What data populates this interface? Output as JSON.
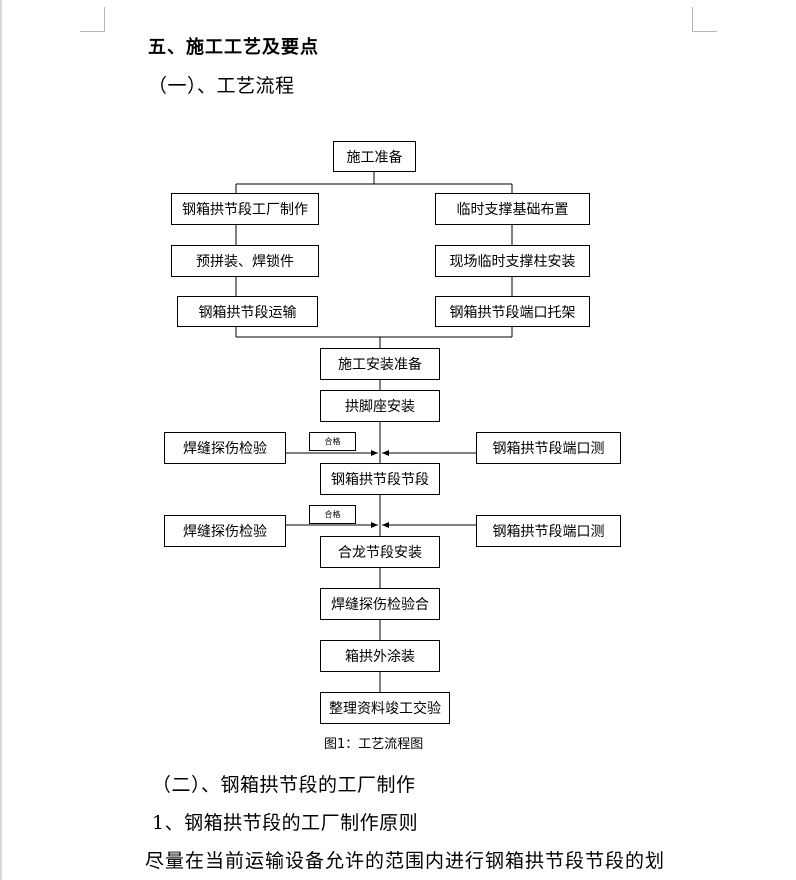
{
  "heading": "五、施工工艺及要点",
  "section1": "（一）、工艺流程",
  "flow": {
    "start": "施工准备",
    "left": [
      "钢箱拱节段工厂制作",
      "预拼装、焊锁件",
      "钢箱拱节段运输"
    ],
    "right": [
      "临时支撑基础布置",
      "现场临时支撑柱安装",
      "钢箱拱节段端口托架"
    ],
    "center1": "施工安装准备",
    "center2": "拱脚座安装",
    "side_left_1": "焊缝探伤检验",
    "pass_1": "合格",
    "side_right_1": "钢箱拱节段端口测",
    "center3": "钢箱拱节段节段",
    "side_left_2": "焊缝探伤检验",
    "pass_2": "合格",
    "side_right_2": "钢箱拱节段端口测",
    "center4": "合龙节段安装",
    "center5": "焊缝探伤检验合",
    "center6": "箱拱外涂装",
    "center7": "整理资料竣工交验",
    "caption": "图1：工艺流程图"
  },
  "section2": "（二）、钢箱拱节段的工厂制作",
  "subsection": "1、钢箱拱节段的工厂制作原则",
  "body_text": "尽量在当前运输设备允许的范围内进行钢箱拱节段节段的划"
}
